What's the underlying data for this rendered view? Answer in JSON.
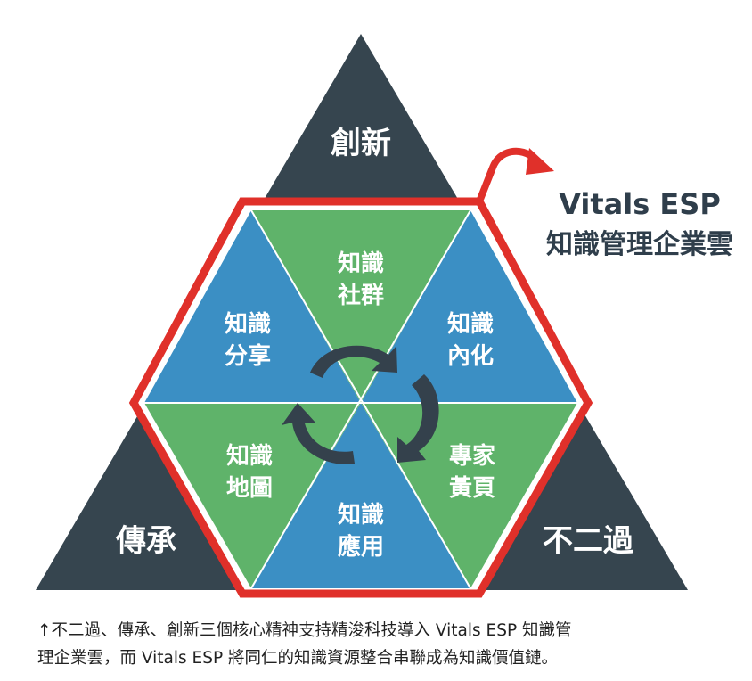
{
  "corners": {
    "top": "創新",
    "left": "傳承",
    "right": "不二過"
  },
  "cells": [
    {
      "line1": "知識",
      "line2": "社群",
      "color": "green"
    },
    {
      "line1": "知識",
      "line2": "內化",
      "color": "blue"
    },
    {
      "line1": "專家",
      "line2": "黃頁",
      "color": "green"
    },
    {
      "line1": "知識",
      "line2": "應用",
      "color": "blue"
    },
    {
      "line1": "知識",
      "line2": "地圖",
      "color": "green"
    },
    {
      "line1": "知識",
      "line2": "分享",
      "color": "blue"
    }
  ],
  "product": {
    "name": "Vitals ESP",
    "subtitle": "知識管理企業雲"
  },
  "caption": {
    "line1": "↑不二過、傳承、創新三個核心精神支持精浚科技導入 Vitals ESP 知識管",
    "line2": "理企業雲，而 Vitals ESP 將同仁的知識資源整合串聯成為知識價值鏈。"
  },
  "colors": {
    "dark_triangle": "#36454f",
    "blue_cell": "#3b8fc4",
    "green_cell": "#5fb36a",
    "hexagon_border": "#e0302a",
    "cycle_arrows": "#34414c",
    "product_text": "#2f3e4b"
  }
}
